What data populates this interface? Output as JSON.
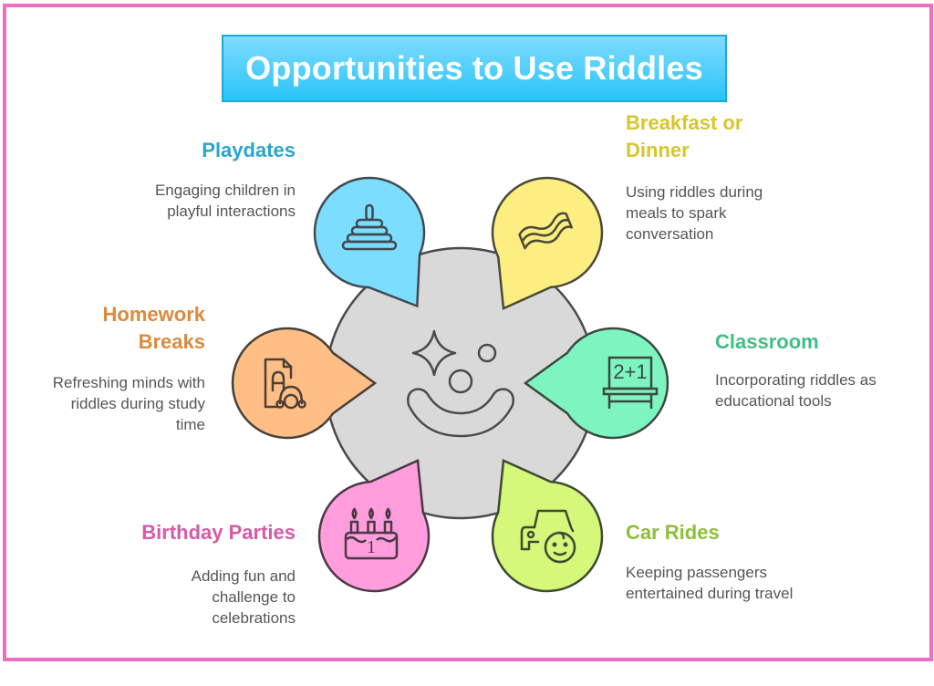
{
  "title": "Opportunities to Use Riddles",
  "colors": {
    "frame": "#ee6fc0",
    "title_bg_top": "#7fdcff",
    "title_bg_bottom": "#29c4f6",
    "hub_fill": "#d9d9d9",
    "stroke": "#4a4a4a"
  },
  "center_icon": "clown-face-icon",
  "items": [
    {
      "title": "Playdates",
      "description_lines": [
        "Engaging children in",
        "playful interactions"
      ],
      "icon": "stacking-rings-toy-icon",
      "color": "#7dddff",
      "title_color": "#2aa5cf"
    },
    {
      "title_lines": [
        "Breakfast or",
        "Dinner"
      ],
      "description_lines": [
        "Using riddles during",
        "meals to spark",
        "conversation"
      ],
      "icon": "bacon-icon",
      "color": "#fdee82",
      "title_color": "#d8c62a"
    },
    {
      "title_lines": [
        "Homework",
        "Breaks"
      ],
      "description_lines": [
        "Refreshing minds with",
        "riddles during study",
        "time"
      ],
      "icon": "document-headphones-icon",
      "color": "#ffbe85",
      "title_color": "#dc8a3c"
    },
    {
      "title": "Classroom",
      "description_lines": [
        "Incorporating riddles as",
        "educational tools"
      ],
      "icon": "chalkboard-icon",
      "board_text": "2+1",
      "color": "#7ef5c0",
      "title_color": "#3fbf83"
    },
    {
      "title": "Birthday Parties",
      "description_lines": [
        "Adding fun and",
        "challenge to",
        "celebrations"
      ],
      "icon": "birthday-cake-icon",
      "cake_text": "1",
      "color": "#ff9ddd",
      "title_color": "#d65aa8"
    },
    {
      "title": "Car Rides",
      "description_lines": [
        "Keeping passengers",
        "entertained during travel"
      ],
      "icon": "car-child-icon",
      "color": "#d5f77a",
      "title_color": "#8fbf3a"
    }
  ]
}
